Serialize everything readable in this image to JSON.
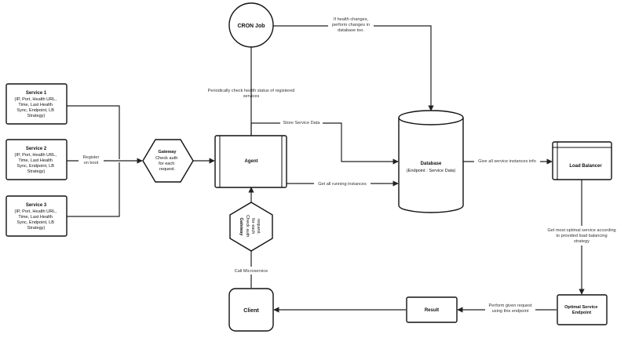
{
  "nodes": {
    "service1": {
      "title": "Service 1",
      "lines": [
        "(IP, Port, Health URL,",
        "Time, Last Health",
        "Sync, Endpoint, LB",
        "Strategy)"
      ]
    },
    "service2": {
      "title": "Service 2",
      "lines": [
        "(IP, Port, Health URL,",
        "Time, Last Health",
        "Sync, Endpoint, LB",
        "Strategy)"
      ]
    },
    "service3": {
      "title": "Service 3",
      "lines": [
        "(IP, Port, Health URL,",
        "Time, Last Health",
        "Sync, Endpoint, LB",
        "Strategy)"
      ]
    },
    "gateway_left": {
      "title": "Gateway",
      "lines": [
        "Check auth",
        "for each",
        "request."
      ]
    },
    "gateway_bottom": {
      "title": "Gateway",
      "lines": [
        "Check auth",
        "for each",
        "request."
      ]
    },
    "agent": {
      "title": "Agent"
    },
    "cron": {
      "title": "CRON Job"
    },
    "database": {
      "title": "Database",
      "subtitle": "(Endpoint : Service Data)"
    },
    "load_balancer": {
      "title": "Load Balancer"
    },
    "optimal_service": {
      "lines": [
        "Optimal Service",
        "Endpoint"
      ]
    },
    "result": {
      "title": "Result"
    },
    "client": {
      "title": "Client"
    }
  },
  "edges": {
    "register": [
      "Register",
      "on boot"
    ],
    "periodic_check": [
      "Periodically check health status of registered",
      "services"
    ],
    "health_change": [
      "If health changes,",
      "perform changes in",
      "database too."
    ],
    "store_data": "Store Service Data",
    "get_instances": "Get all running instances",
    "give_info": "Give all service instances info",
    "get_optimal": [
      "Get most optimal service according",
      "to provided load balancing",
      "strategy"
    ],
    "perform_request": [
      "Perform given request",
      "using this endpoint"
    ],
    "call_microservice": "Call Microservice"
  }
}
